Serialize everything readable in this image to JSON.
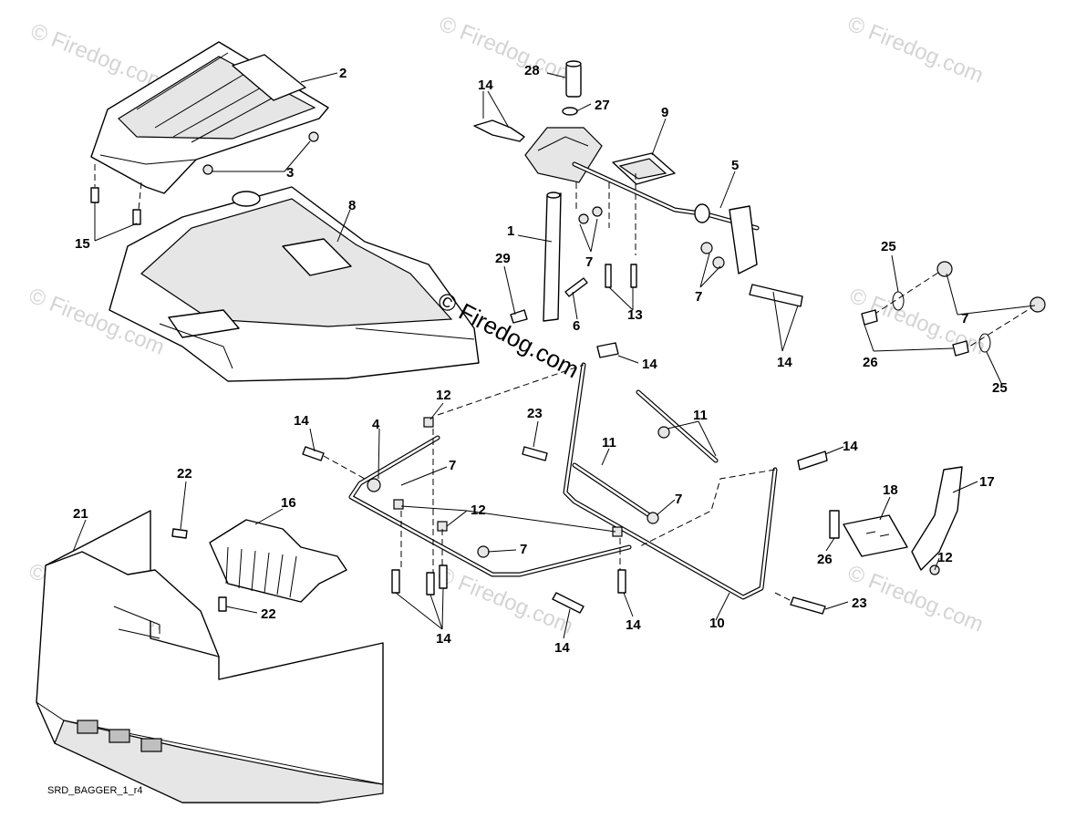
{
  "watermark": {
    "text": "© Firedog.com"
  },
  "diagram_code": "SRD_BAGGER_1_r4",
  "callouts": {
    "c1": "1",
    "c2": "2",
    "c3": "3",
    "c4": "4",
    "c5": "5",
    "c6": "6",
    "c7a": "7",
    "c7b": "7",
    "c7c": "7",
    "c7d": "7",
    "c7e": "7",
    "c7f": "7",
    "c8": "8",
    "c9": "9",
    "c10": "10",
    "c11a": "11",
    "c11b": "11",
    "c12a": "12",
    "c12b": "12",
    "c12c": "12",
    "c13": "13",
    "c14a": "14",
    "c14b": "14",
    "c14c": "14",
    "c14d": "14",
    "c14e": "14",
    "c14f": "14",
    "c14g": "14",
    "c14h": "14",
    "c15": "15",
    "c16": "16",
    "c17": "17",
    "c18": "18",
    "c21": "21",
    "c22a": "22",
    "c22b": "22",
    "c23a": "23",
    "c23b": "23",
    "c25a": "25",
    "c25b": "25",
    "c26a": "26",
    "c26b": "26",
    "c27": "27",
    "c28": "28",
    "c29": "29"
  }
}
